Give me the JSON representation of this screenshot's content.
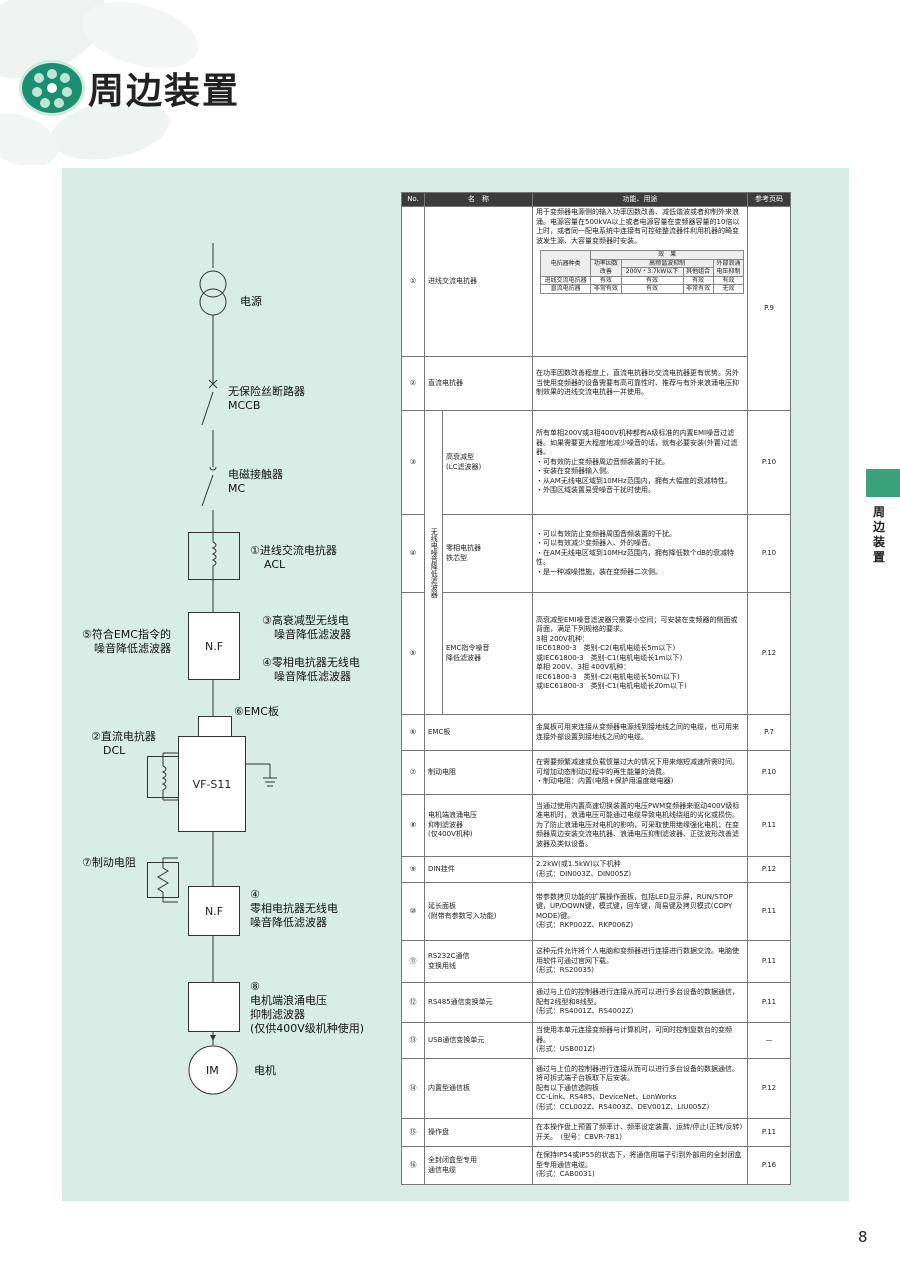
{
  "header": {
    "title": "周边装置",
    "logo_icon": "green-round-logo-icon"
  },
  "side_tab": {
    "label": "周边装置"
  },
  "page_number": "8",
  "diagram": {
    "power": "电源",
    "mccb": [
      "无保险丝断路器",
      "MCCB"
    ],
    "mc": [
      "电磁接触器",
      "MC"
    ],
    "acl": [
      "①进线交流电抗器",
      "ACL"
    ],
    "nf_label": "N.F",
    "nf_lc": [
      "③高衰减型无线电",
      "噪音降低滤波器"
    ],
    "nf_zero": [
      "④零相电抗器无线电",
      "噪音降低滤波器"
    ],
    "emc_filter": [
      "⑤符合EMC指令的",
      "噪音降低滤波器"
    ],
    "emc_plate": "⑥EMC板",
    "dcl": [
      "②直流电抗器",
      "DCL"
    ],
    "inverter": "VF-S11",
    "brake": "⑦制动电阻",
    "nf2_label": "N.F",
    "nf2": [
      "④",
      "零相电抗器无线电",
      "噪音降低滤波器"
    ],
    "surge": [
      "⑧",
      "电机端浪涌电压",
      "抑制滤波器",
      "(仅供400V级机种使用)"
    ],
    "motor_label": "IM",
    "motor": "电机"
  },
  "table": {
    "headers": [
      "No.",
      "名　称",
      "功能、用途",
      "参考页码"
    ],
    "noise_group": "无线电噪音降低滤波器",
    "rows": [
      {
        "no": "①",
        "name": "进线交流电抗器",
        "func": "用于变频器电源侧的输入功率因数改善、减低谐波或者抑制外来浪涌。电源容量在500kVA以上或者电源容量在变频器容量的10倍以上时，或者同一配电系统中连接有可控硅整流器件利用机器的畸变波发生源、大容量变频器时安装。",
        "ref": "P.9"
      },
      {
        "no": "②",
        "name": "直流电抗器",
        "func": "在功率因数改善程度上，直流电抗器比交流电抗器更有优势。另外当使用变频器的设备需要有高可靠性时、推荐与有外来浪涌电压抑制效果的进线交流电抗器一并使用。"
      },
      {
        "no": "③",
        "name": "高衰减型\n(LC滤波器)",
        "func": "所有单相200V或3相400V机种都有A级标准的内置EMI噪音过滤器。如果需要更大程度地减少噪音的话，就有必要安装(外置)过滤器。\n・可有效防止变频器周边音频装置的干扰。\n・安装在变频器输入侧。\n・从AM无线电区域到10MHz范围内，拥有大幅度的衰减特性。\n・外围区域装置易受噪音干扰时使用。",
        "ref": "P.10"
      },
      {
        "no": "④",
        "name": "零相电抗器\n铁芯型",
        "func": "・可以有效防止变频器周围音频装置的干扰。\n・可以有效减少变频器入、外的噪音。\n・在AM无线电区域到10MHz范围内，拥有降低数个dB的衰减特性。\n・是一种减噪措施，装在变频器二次侧。",
        "ref": "P.10"
      },
      {
        "no": "⑤",
        "name": "EMC指令噪音\n降低滤波器",
        "func": "高衰减型EMI噪音滤波器只需要小空间；可安装在变频器的侧面或背面，满足下列规格的要求。\n3相 200V机种：\nIEC61800-3　类别-C2(电机电缆长5m以下)\n或IEC61800-3　类别-C1(电机电缆长1m以下)\n单相 200V、3相 400V机种：\nIEC61800-3　类别-C2(电机电缆长50m以下)\n或IEC61800-3　类别-C1(电机电缆长20m以下)",
        "ref": "P.12"
      },
      {
        "no": "⑥",
        "name": "EMC板",
        "func": "金属板可用来连接从变频器电源线到接地线之间的电缆，也可用来连接外部设置到接地线之间的电缆。",
        "ref": "P.7"
      },
      {
        "no": "⑦",
        "name": "制动电阻",
        "func": "在需要频繁减速或负载惯量过大的情况下用来缩短减速所需时间。可增加动态制动过程中的再生能量的消费。\n・制动电阻：内置(电阻+保护用温度继电器)",
        "ref": "P.10"
      },
      {
        "no": "⑧",
        "name": "电机端浪涌电压\n抑制滤波器\n(仅400V机种)",
        "func": "当通过使用内置高速切换装置的电压PWM变频器来驱动400V级标准电机时，浪涌电压可能通过电缆导致电机线绕组的劣化或损伤。为了防止浪涌电压对电机的影响，可采取使用绝缘强化电机；在变频器周边安装交流电抗器、浪涌电压抑制滤波器、正弦波形改善滤波器及类似设备。",
        "ref": "P.11"
      },
      {
        "no": "⑨",
        "name": "DIN挂件",
        "func": "2.2kW(或1.5kW)以下机种\n(形式：DIN003Z、DIN005Z)",
        "ref": "P.12"
      },
      {
        "no": "⑩",
        "name": "延长面板\n(附带有参数写入功能)",
        "func": "带参数拷贝功能的扩展操作面板，包括LED显示屏，RUN/STOP键，UP/DOWN键，模式键，回车键，简易键及拷贝模式(COPY MODE)键。\n(形式：RKP002Z、RKP006Z)",
        "ref": "P.11"
      },
      {
        "no": "⑪",
        "name": "RS232C通信\n变换用线",
        "func": "这种元件允许将个人电脑和变频器进行连接进行数据交流。电脑使用软件可通过官网下载。\n(形式：RS20035)",
        "ref": "P.11"
      },
      {
        "no": "⑫",
        "name": "RS485通信变换单元",
        "func": "通过与上位的控制器进行连接从而可以进行多台设备的数据通信，配有2线型和8线型。\n(形式：RS4001Z、RS4002Z)",
        "ref": "P.11"
      },
      {
        "no": "⑬",
        "name": "USB通信变换单元",
        "func": "当使用本单元连接变频器与计算机时，可同时控制复数台的变频器。\n(形式：USB001Z)",
        "ref": "—"
      },
      {
        "no": "⑭",
        "name": "内置型通信板",
        "func": "通过与上位的控制器进行连接从而可以进行多台设备的数据通信。将可拆式端子台板取下后安装。\n配有以下通信选购板\nCC-Link、RS485、DeviceNet、LonWorks\n(形式：CCL002Z、RS4003Z、DEV001Z、LIU005Z)",
        "ref": "P.12"
      },
      {
        "no": "⑮",
        "name": "操作盘",
        "func": "在本操作盘上预置了频率计、频率设定装置、运转/停止(正转/反转)开关。　(型号：CBVR-7B1)",
        "ref": "P.11"
      },
      {
        "no": "⑯",
        "name": "全封闭盒型专用\n通信电缆",
        "func": "在保持IP54或IP55的状态下，将通信用端子引到外部用的全封闭盒型专用通信电缆。\n(形式：CAB0031)",
        "ref": "P.16"
      }
    ],
    "sub_table": {
      "effect": "效　果",
      "col_type": "电抗器种类",
      "col_pf": [
        "功率因数",
        "改善"
      ],
      "col_harm": "高频谐波抑制",
      "col_200": "200V・3.7kW以下",
      "col_other": "其他组合",
      "col_surge": [
        "外部浪涌",
        "电压抑制"
      ],
      "r1": [
        "进线交流电抗器",
        "有效",
        "有效",
        "有效",
        "有效"
      ],
      "r2": [
        "直流电抗器",
        "非常有效",
        "有效",
        "非常有效",
        "无效"
      ]
    }
  }
}
